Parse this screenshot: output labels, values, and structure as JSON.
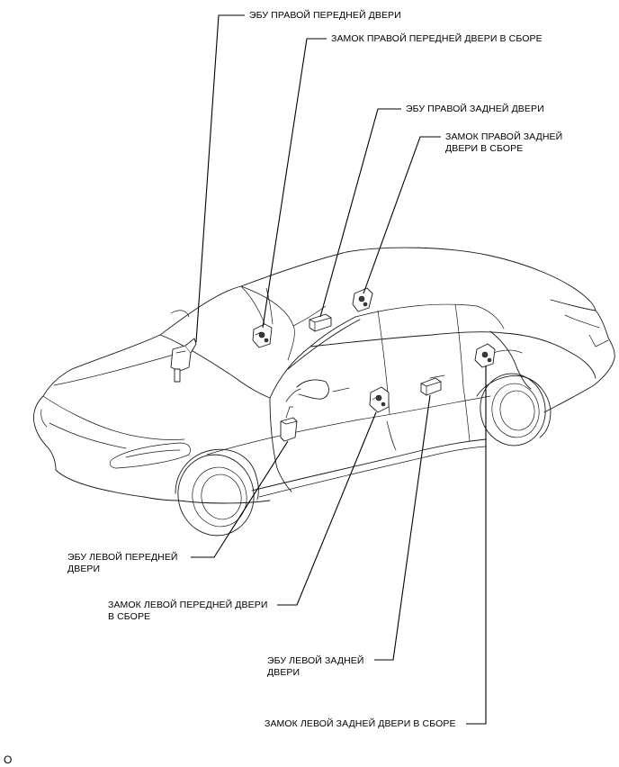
{
  "labels": {
    "ecu_right_front": "ЭБУ ПРАВОЙ ПЕРЕДНЕЙ ДВЕРИ",
    "lock_right_front": "ЗАМОК ПРАВОЙ ПЕРЕДНЕЙ ДВЕРИ В СБОРЕ",
    "ecu_right_rear": "ЭБУ ПРАВОЙ ЗАДНЕЙ ДВЕРИ",
    "lock_right_rear": "ЗАМОК ПРАВОЙ ЗАДНЕЙ\nДВЕРИ В СБОРЕ",
    "ecu_left_front": "ЭБУ ЛЕВОЙ ПЕРЕДНЕЙ\nДВЕРИ",
    "lock_left_front": "ЗАМОК ЛЕВОЙ ПЕРЕДНЕЙ ДВЕРИ\nВ СБОРЕ",
    "ecu_left_rear": "ЭБУ ЛЕВОЙ ЗАДНЕЙ\nДВЕРИ",
    "lock_left_rear": "ЗАМОК ЛЕВОЙ ЗАДНЕЙ ДВЕРИ В СБОРЕ"
  },
  "figure_code": "O"
}
